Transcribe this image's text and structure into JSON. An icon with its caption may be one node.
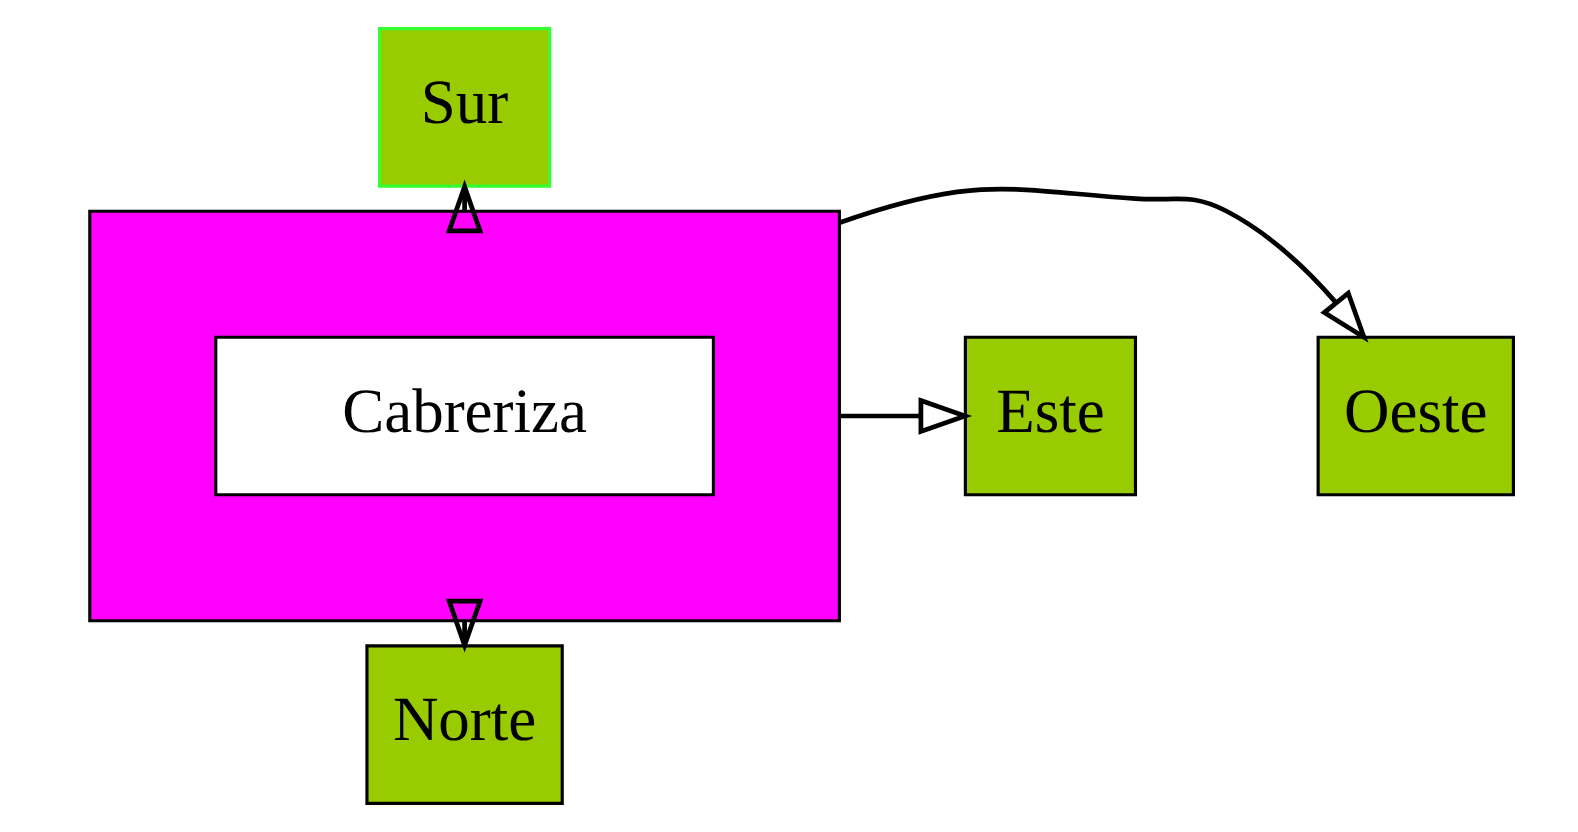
{
  "diagram": {
    "nodes": [
      {
        "text": [
          "Sur"
        ]
      },
      {
        "text": [],
        "shape": "box"
      },
      {
        "text": [
          "Este"
        ]
      },
      {
        "text": [
          "Cabreriza"
        ],
        "in": 1
      },
      {
        "text": [
          "Oeste"
        ]
      },
      {
        "text": [
          "Norte"
        ]
      }
    ],
    "edges": [
      {
        "from": 1,
        "to": 0,
        "arrow": "to"
      },
      {
        "from": 1,
        "to": 2,
        "arrow": "to"
      },
      {
        "from": 1,
        "to": 4,
        "arrow": "to"
      },
      {
        "from": 1,
        "to": 5,
        "arrow": "to"
      }
    ]
  }
}
